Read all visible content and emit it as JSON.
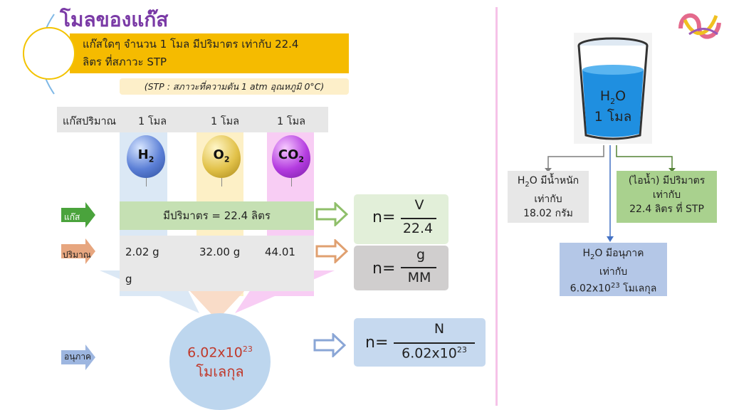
{
  "title": "โมลของแก๊ส",
  "definition": {
    "line1": "แก๊สใดๆ จำนวน 1 โมล มีปริมาตร เท่ากับ 22.4",
    "line2": "ลิตร ที่สภาวะ STP"
  },
  "stp_note": "(STP : สภาวะที่ความดัน 1 atm อุณหภูมิ 0°C)",
  "table": {
    "header_label": "แก๊สปริมาณ",
    "amounts": [
      "1 โมล",
      "1 โมล",
      "1 โมล"
    ],
    "gases": [
      {
        "symbol": "H",
        "sub": "2",
        "color": "#5b7fd6"
      },
      {
        "symbol": "O",
        "sub": "2",
        "color": "#e2c24a"
      },
      {
        "symbol": "CO",
        "sub": "2",
        "color": "#b43ce0"
      }
    ],
    "volume_text": "มีปริมาตร = 22.4 ลิตร",
    "masses": [
      "2.02 g",
      "32.00 g",
      "44.01"
    ],
    "mass_wrap": "g",
    "particles_value": "6.02x10",
    "particles_exp": "23",
    "particles_unit": "โมเลกุล"
  },
  "labels": {
    "gas": "แก๊ส",
    "amount": "ปริมาณ",
    "particle": "อนุภาค"
  },
  "equations": {
    "eq1": {
      "lhs": "n=",
      "num": "V",
      "den": "22.4"
    },
    "eq2": {
      "lhs": "n=",
      "num": "g",
      "den": "MM"
    },
    "eq3": {
      "lhs": "n=",
      "num": "N",
      "den": "6.02x10",
      "den_exp": "23"
    }
  },
  "water": {
    "label_h": "H",
    "label_sub": "2",
    "label_o": "O",
    "label_mol": "1 โมล",
    "box1": {
      "l1_h": "H",
      "l1_sub": "2",
      "l1_rest": "O มีน้ำหนัก",
      "l2": "เท่ากับ",
      "l3": "18.02 กรัม"
    },
    "box2": {
      "l1": "(ไอน้ำ) มีปริมาตร",
      "l2": "เท่ากับ",
      "l3": "22.4 ลิตร ที่ STP"
    },
    "box3": {
      "l1_h": "H",
      "l1_sub": "2",
      "l1_rest": "O มีอนุภาค",
      "l2": "เท่ากับ",
      "l3_a": "6.02x10",
      "l3_exp": "23",
      "l3_b": " โมเลกุล"
    }
  },
  "colors": {
    "title": "#7a3aa6",
    "definition_bg": "#f5bb00",
    "green": "#c5e0b3",
    "blue": "#bdd6ee",
    "divider": "#f6c2e8"
  }
}
